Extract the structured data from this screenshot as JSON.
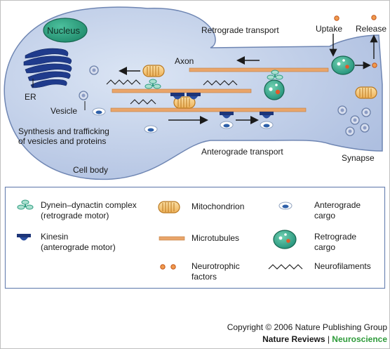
{
  "diagram": {
    "labels": {
      "nucleus": "Nucleus",
      "retrograde_transport": "Retrograde transport",
      "anterograde_transport": "Anterograde transport",
      "axon": "Axon",
      "er": "ER",
      "vesicle": "Vesicle",
      "synthesis_line1": "Synthesis and trafficking",
      "synthesis_line2": "of vesicles and proteins",
      "cell_body": "Cell body",
      "uptake": "Uptake",
      "release": "Release",
      "synapse": "Synapse"
    },
    "colors": {
      "soma": "#b4c7e5",
      "nucleus": "#2fa884",
      "er": "#1f3b8c",
      "microtubule": "#e9a56a",
      "mitochondrion": "#f5c779",
      "kinesin": "#1d3578",
      "dynein": "#3aa58c",
      "nt_factor": "#e05a2a"
    }
  },
  "legend": {
    "items": [
      {
        "id": "dynein",
        "line1": "Dynein–dynactin complex",
        "line2": "(retrograde motor)"
      },
      {
        "id": "mito",
        "line1": "Mitochondrion",
        "line2": ""
      },
      {
        "id": "antero",
        "line1": "Anterograde",
        "line2": "cargo"
      },
      {
        "id": "kinesin",
        "line1": "Kinesin",
        "line2": "(anterograde motor)"
      },
      {
        "id": "microtubule",
        "line1": "Microtubules",
        "line2": ""
      },
      {
        "id": "retro",
        "line1": "Retrograde",
        "line2": "cargo"
      },
      {
        "id": "ntf",
        "line1": "Neurotrophic",
        "line2": "factors"
      },
      {
        "id": "nf",
        "line1": "Neurofilaments",
        "line2": ""
      }
    ]
  },
  "footer": {
    "copyright": "Copyright © 2006 Nature Publishing Group",
    "journal": "Nature Reviews",
    "separator": " | ",
    "subjournal": "Neuroscience"
  }
}
